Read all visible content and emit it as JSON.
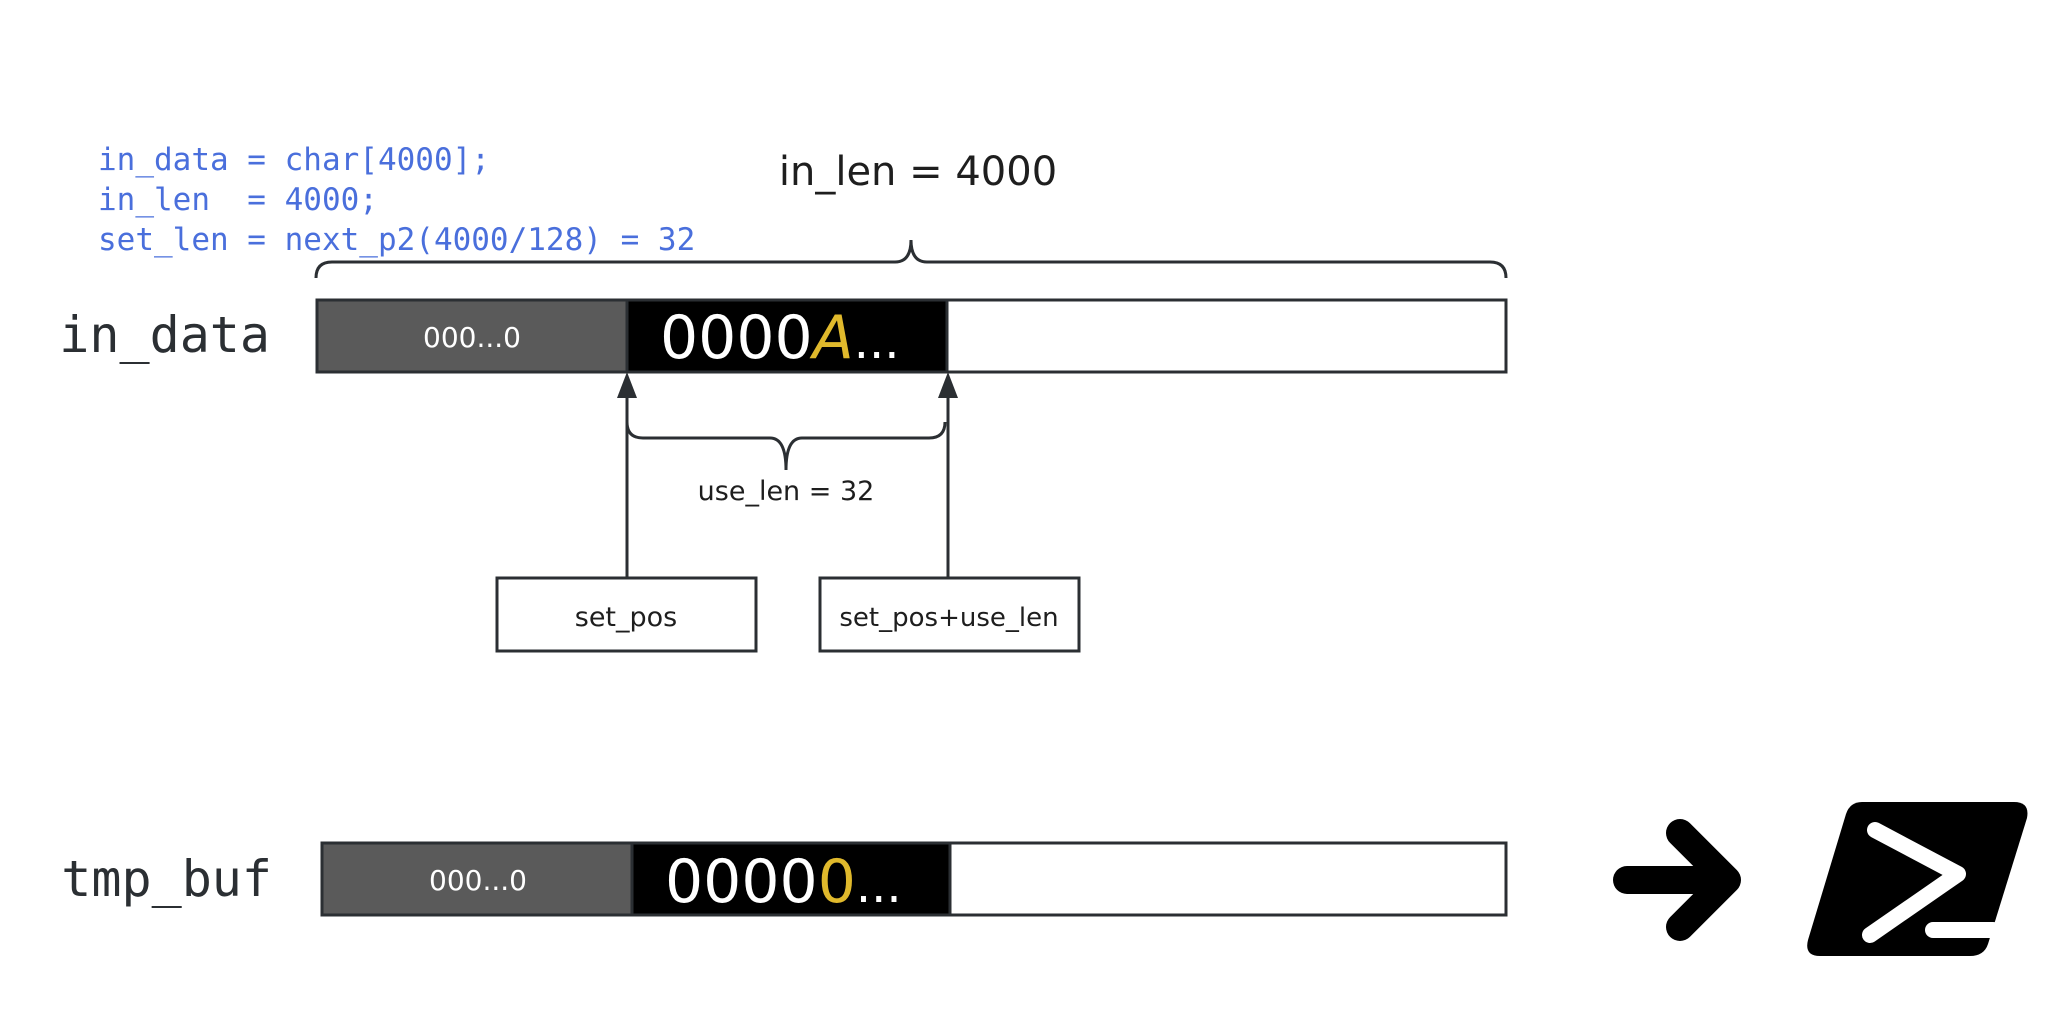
{
  "code_block": {
    "line1": "in_data = char[4000];",
    "line2": "in_len  = 4000;",
    "line3": "set_len = next_p2(4000/128) = 32",
    "color": "#4a6fdc"
  },
  "in_len_label": "in_len = 4000",
  "in_data_row": {
    "label": "in_data",
    "zero_segment": "000...0",
    "data_prefix": "0000",
    "data_highlight": "A",
    "data_suffix": "..."
  },
  "tmp_buf_row": {
    "label": "tmp_buf",
    "zero_segment": "000...0",
    "data_prefix": "0000",
    "data_highlight": "0",
    "data_suffix": "..."
  },
  "use_len_label": "use_len = 32",
  "pointer_boxes": {
    "set_pos": "set_pos",
    "set_pos_use_len": "set_pos+use_len"
  },
  "colors": {
    "ink": "#2b2f33",
    "gray_segment": "#5a5a5a",
    "black_segment": "#000000",
    "highlight": "#e0b92c"
  },
  "icons": [
    "right-arrow-icon",
    "powershell-icon"
  ]
}
